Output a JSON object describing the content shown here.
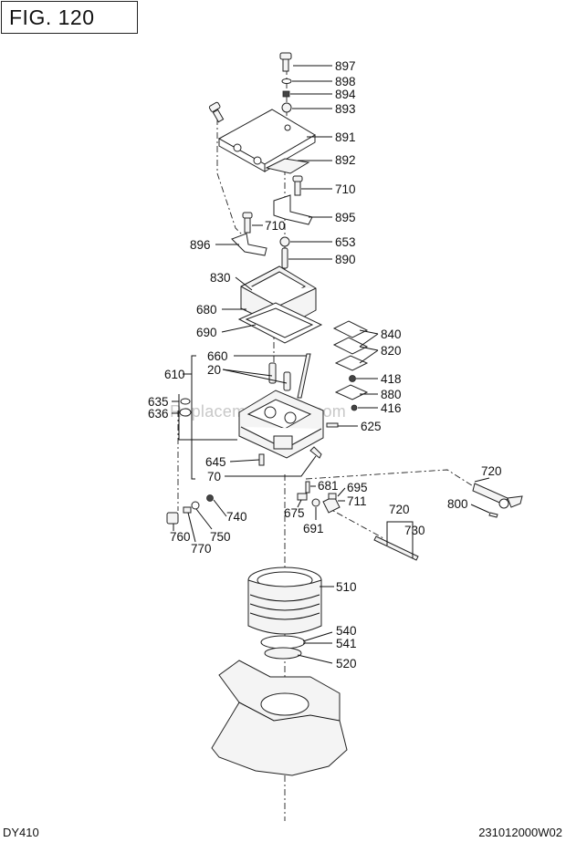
{
  "figure": {
    "title": "FIG. 120"
  },
  "footer": {
    "model": "DY410",
    "code": "231012000W02"
  },
  "watermark": "ReplacementParts.com",
  "callouts": [
    "897",
    "898",
    "894",
    "893",
    "891",
    "892",
    "710",
    "895",
    "710",
    "653",
    "896",
    "890",
    "830",
    "680",
    "690",
    "840",
    "820",
    "660",
    "20",
    "610",
    "418",
    "880",
    "416",
    "635",
    "636",
    "625",
    "645",
    "70",
    "681",
    "695",
    "720",
    "675",
    "711",
    "800",
    "691",
    "720",
    "740",
    "730",
    "760",
    "770",
    "750",
    "510",
    "540",
    "541",
    "520"
  ]
}
